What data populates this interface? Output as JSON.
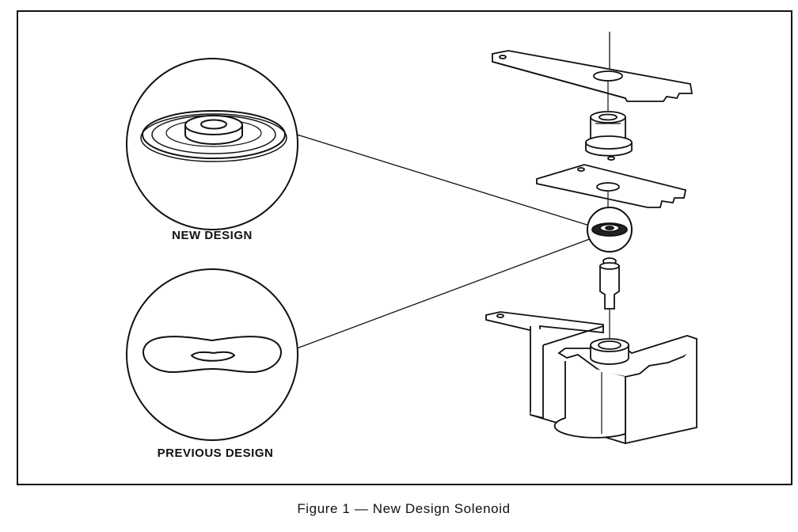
{
  "labels": {
    "new_design": "NEW DESIGN",
    "previous_design": "PREVIOUS DESIGN"
  },
  "caption": "Figure 1 — New Design Solenoid"
}
